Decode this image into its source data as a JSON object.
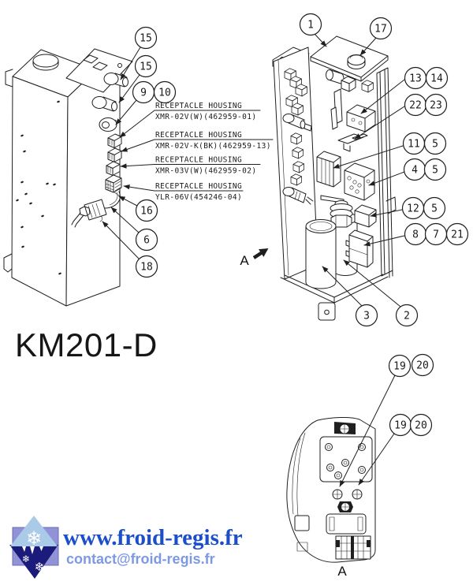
{
  "model_label": "KM201-D",
  "part_labels": [
    {
      "title": "RECEPTACLE HOUSING",
      "part_number": "XMR-02V(W)(462959-01)"
    },
    {
      "title": "RECEPTACLE HOUSING",
      "part_number": "XMR-02V-K(BK)(462959-13)"
    },
    {
      "title": "RECEPTACLE HOUSING",
      "part_number": "XMR-03V(W)(462959-02)"
    },
    {
      "title": "RECEPTACLE HOUSING",
      "part_number": "YLR-06V(454246-04)"
    }
  ],
  "callouts": {
    "left_view": [
      "15",
      "15",
      "9",
      "10",
      "16",
      "6",
      "18"
    ],
    "exploded_view": [
      "1",
      "17",
      "13",
      "14",
      "22",
      "23",
      "11",
      "5",
      "4",
      "5",
      "12",
      "5",
      "8",
      "7",
      "21",
      "3",
      "2"
    ],
    "detail_view": [
      "19",
      "20",
      "19",
      "20"
    ]
  },
  "view_labels": {
    "section_arrow": "A",
    "detail_view": "A"
  },
  "footer": {
    "website": "www.froid-regis.fr",
    "email": "contact@froid-regis.fr",
    "snowflake_glyph": "❄"
  },
  "colors": {
    "line": "#1f1f1f",
    "website_blue": "#1b4ecb",
    "email_blue": "#7d99e6",
    "logo_purple": "#9193d6",
    "logo_light_blue": "#a9cbe8",
    "logo_navy": "#1b1b7c",
    "snowflake_white": "#ffffff"
  }
}
